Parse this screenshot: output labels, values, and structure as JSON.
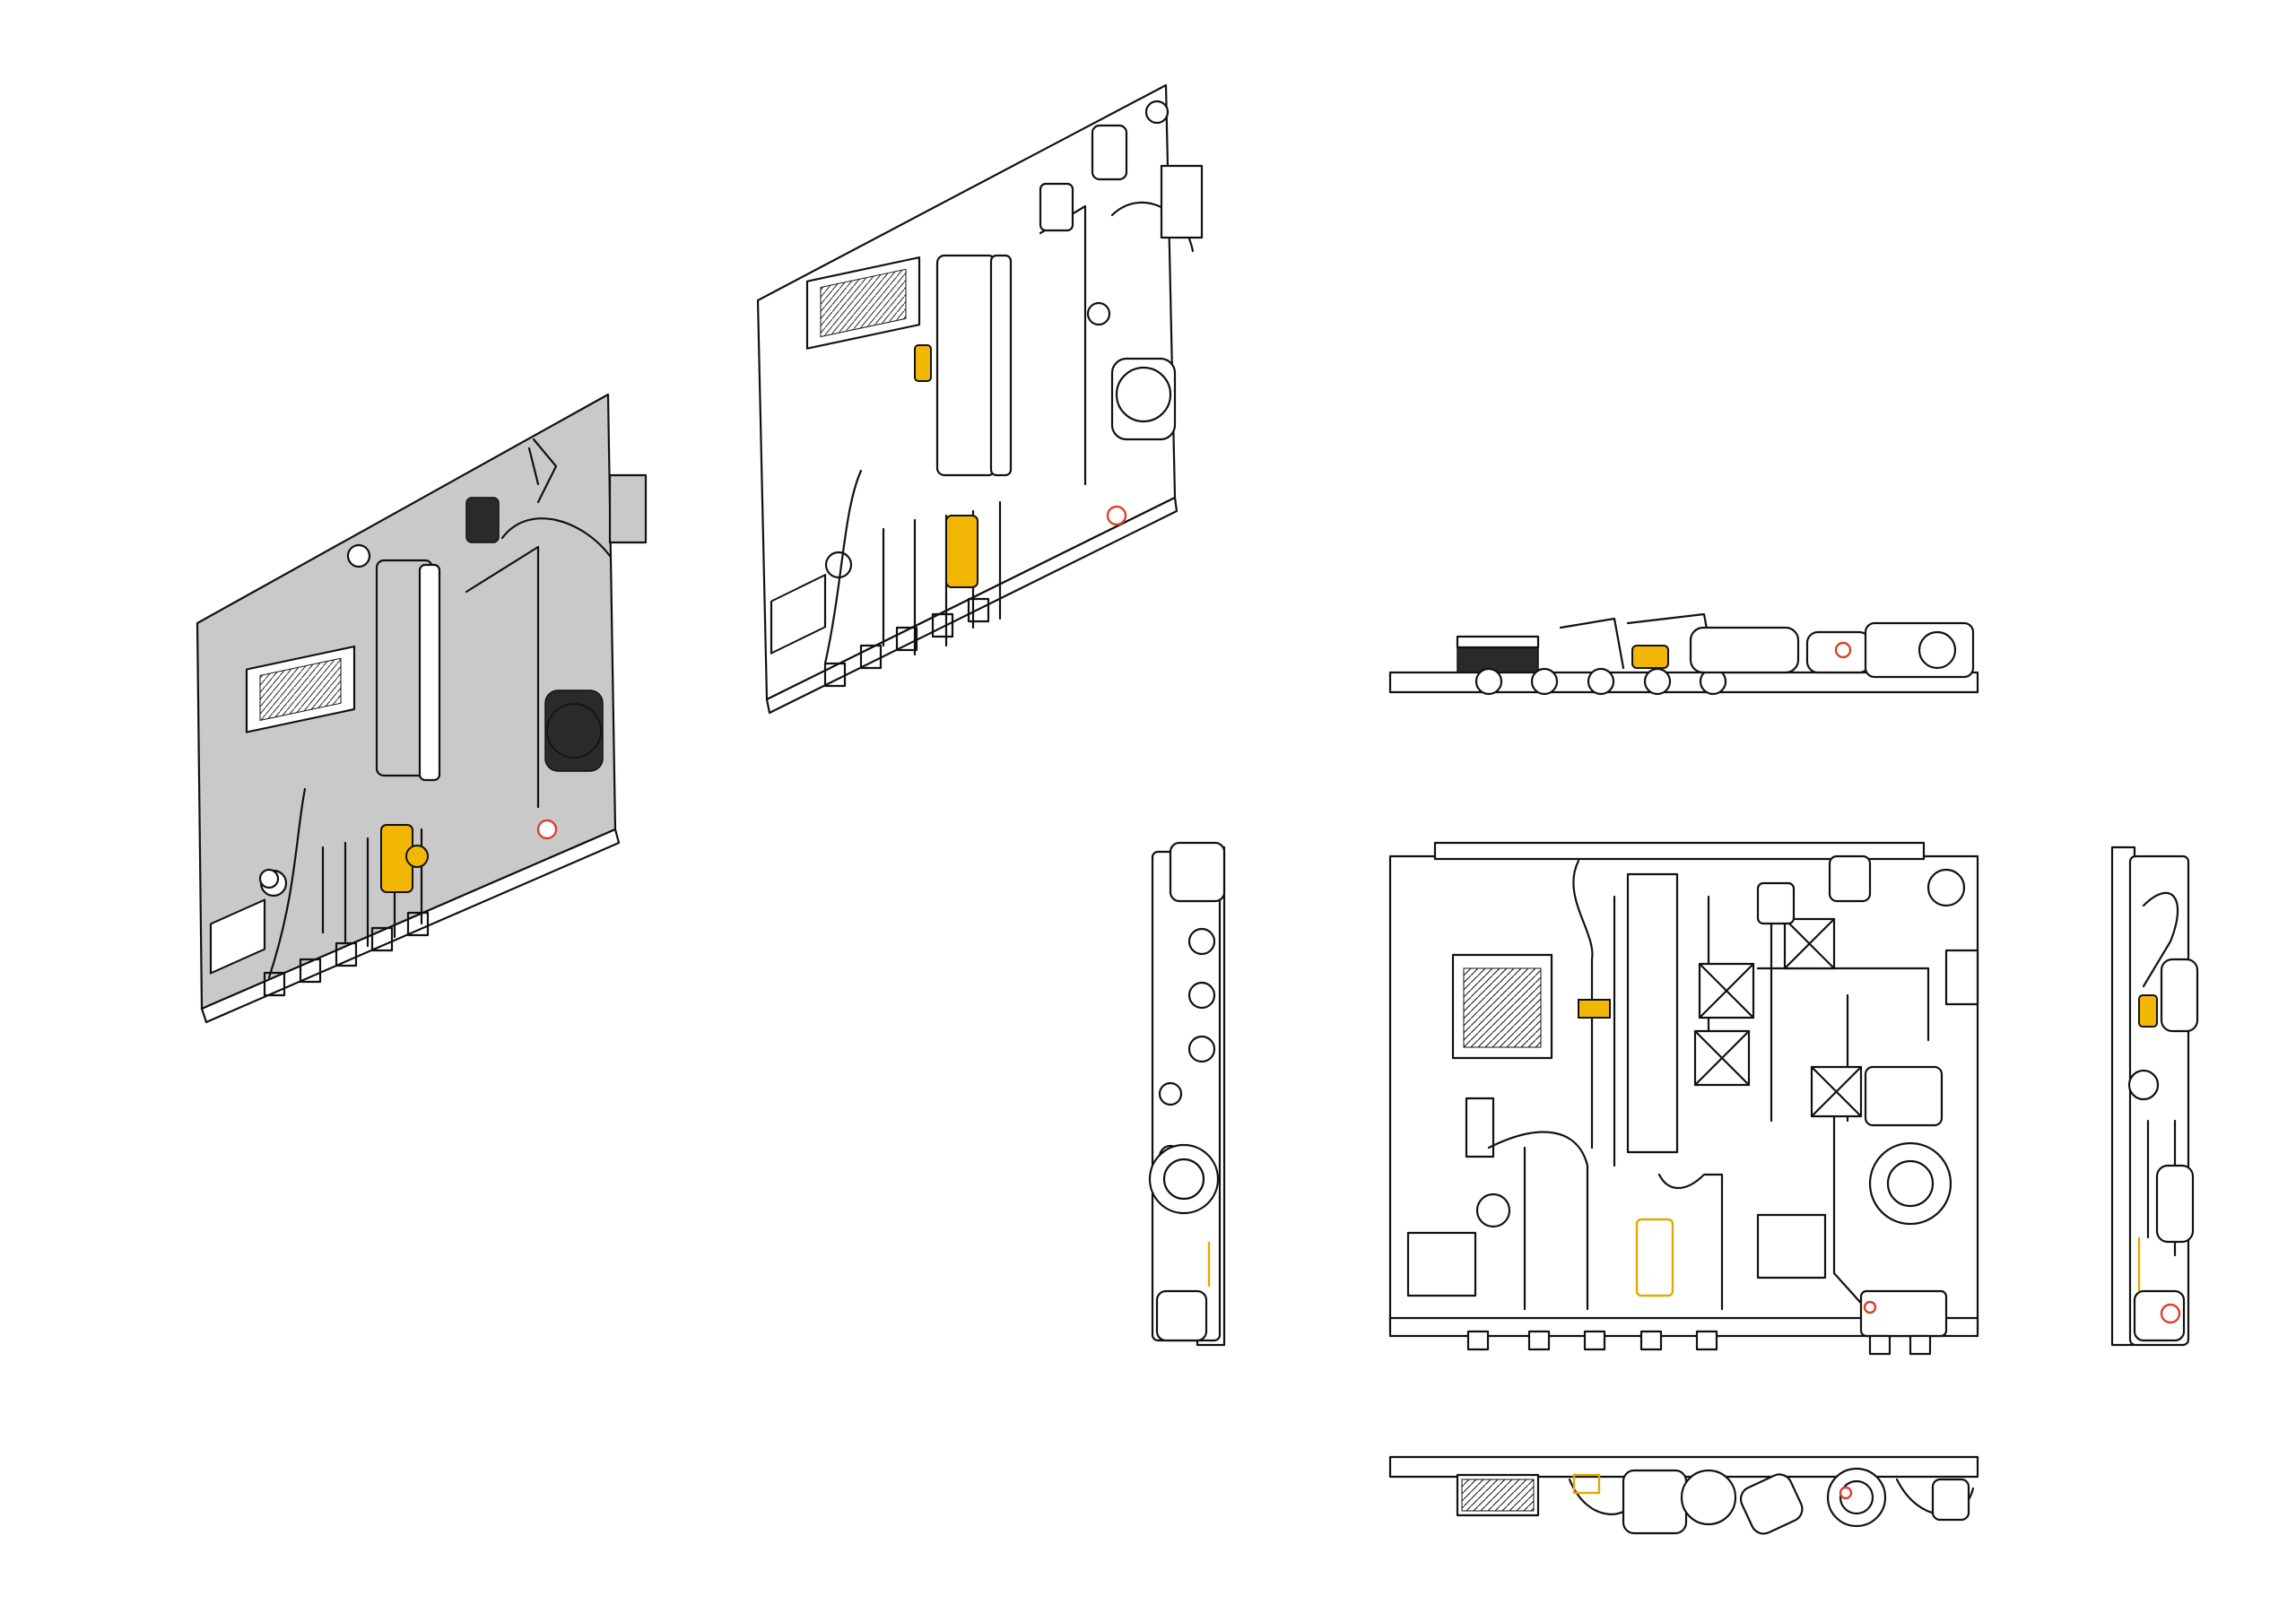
{
  "sheet": {
    "views": [
      {
        "id": "isometric-shaded",
        "style": "shaded"
      },
      {
        "id": "isometric-line",
        "style": "line"
      },
      {
        "id": "top",
        "style": "line"
      },
      {
        "id": "left",
        "style": "line"
      },
      {
        "id": "front",
        "style": "line"
      },
      {
        "id": "right",
        "style": "line"
      },
      {
        "id": "bottom",
        "style": "line"
      }
    ],
    "colors": {
      "line": "#111111",
      "background": "#ffffff",
      "panel_shaded": "#c9c9c9",
      "brass_highlight": "#f2b705",
      "accent_red": "#d9412a"
    }
  }
}
